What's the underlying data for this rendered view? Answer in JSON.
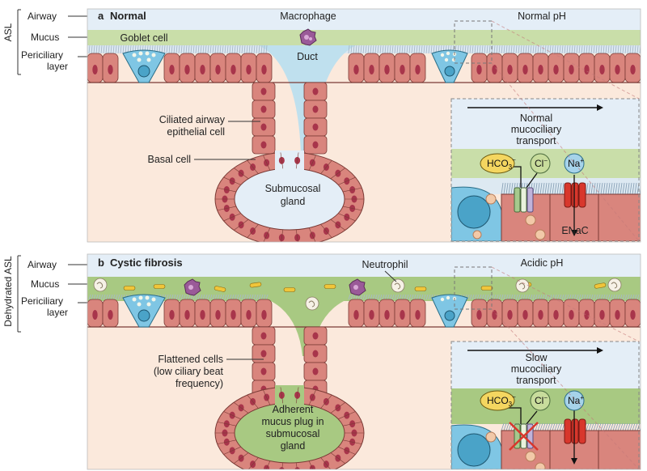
{
  "side_labels": {
    "top_bracket": "ASL",
    "bottom_bracket": "Dehydrated ASL",
    "airway": "Airway",
    "mucus": "Mucus",
    "periciliary_1": "Periciliary",
    "periciliary_2": "layer"
  },
  "panel_a": {
    "letter": "a",
    "title": "Normal",
    "macrophage": "Macrophage",
    "ph": "Normal pH",
    "goblet": "Goblet cell",
    "duct": "Duct",
    "ciliated_1": "Ciliated airway",
    "ciliated_2": "epithelial cell",
    "basal": "Basal cell",
    "gland_1": "Submucosal",
    "gland_2": "gland",
    "transport_1": "Normal",
    "transport_2": "mucociliary",
    "transport_3": "transport",
    "hco3": "HCO",
    "hco3_sub": "3",
    "hco3_sup": "−",
    "cl": "Cl",
    "cl_sup": "−",
    "na": "Na",
    "na_sup": "+",
    "enac": "ENaC"
  },
  "panel_b": {
    "letter": "b",
    "title": "Cystic fibrosis",
    "neutrophil": "Neutrophil",
    "ph": "Acidic pH",
    "flat_1": "Flattened cells",
    "flat_2": "(low ciliary beat",
    "flat_3": "frequency)",
    "plug_1": "Adherent",
    "plug_2": "mucus plug in",
    "plug_3": "submucosal",
    "plug_4": "gland",
    "transport_1": "Slow",
    "transport_2": "mucociliary",
    "transport_3": "transport",
    "hco3": "HCO",
    "hco3_sub": "3",
    "hco3_sup": "−",
    "cl": "Cl",
    "cl_sup": "−",
    "na": "Na",
    "na_sup": "+"
  },
  "colors": {
    "airway": "#e4eef7",
    "mucus_normal": "#c9dea9",
    "mucus_cf": "#a8c982",
    "tissue": "#fbe9dc",
    "cell": "#d9857d",
    "cell_stroke": "#7a3a35",
    "nucleus": "#a8354b",
    "goblet": "#7fc6e4",
    "channel_red": "#d8372c",
    "hco3_fill": "#f4d660",
    "cl_fill": "#c8dc9c",
    "na_fill": "#a6d3ea"
  }
}
